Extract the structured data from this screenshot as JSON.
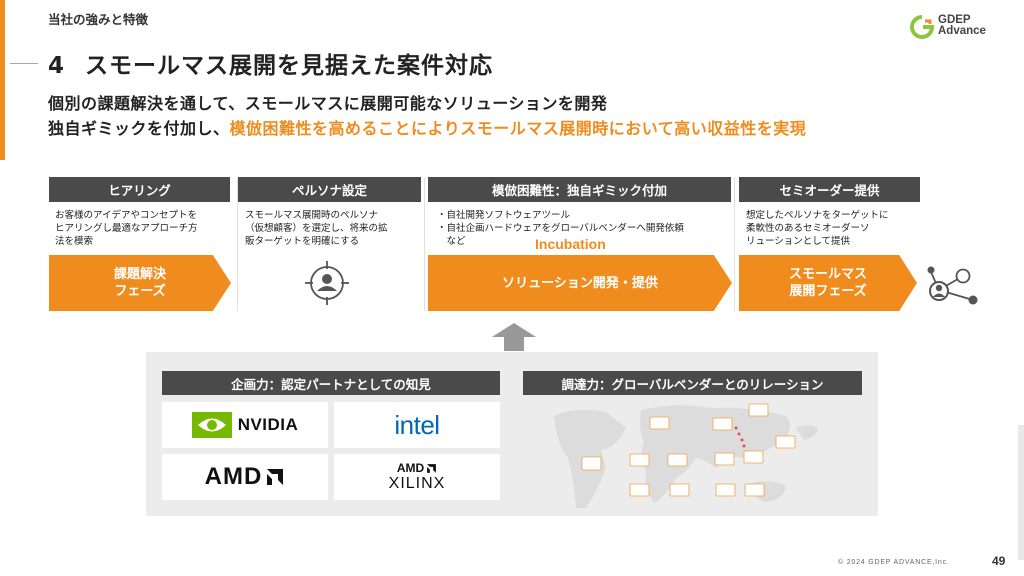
{
  "header": {
    "section": "当社の強みと特徴",
    "title_number": "4",
    "title": "スモールマス展開を見据えた案件対応",
    "subtitle_line1": "個別の課題解決を通して、スモールマスに展開可能なソリューションを開発",
    "subtitle_line2_plain": "独自ギミックを付加し、",
    "subtitle_line2_highlight": "模倣困難性を高めることによりスモールマス展開時において高い収益性を実現",
    "logo_line1": "GDEP",
    "logo_line2": "Advance"
  },
  "flow": {
    "col1": {
      "header": "ヒアリング",
      "desc": [
        "お客様のアイデアやコンセプトを",
        "ヒアリングし最適なアプローチ方",
        "法を模索"
      ],
      "arrow_line1": "課題解決",
      "arrow_line2": "フェーズ"
    },
    "col2": {
      "header": "ペルソナ設定",
      "desc": [
        "スモールマス展開時のペルソナ",
        "（仮想顧客）を選定し、将来の拡",
        "販ターゲットを明確にする"
      ],
      "icon": "persona-target-icon"
    },
    "col3": {
      "header": "模倣困難性：独自ギミック付加",
      "desc": [
        "・自社開発ソフトウェアツール",
        "・自社企画ハードウェアをグローバルベンダーへ開発依頼",
        "　など"
      ],
      "incubation": "Incubation",
      "arrow_label": "ソリューション開発・提供"
    },
    "col4": {
      "header": "セミオーダー提供",
      "desc": [
        "想定したペルソナをターゲットに",
        "柔軟性のあるセミオーダーソ",
        "リューションとして提供"
      ],
      "arrow_line1": "スモールマス",
      "arrow_line2": "展開フェーズ",
      "icon": "network-people-icon"
    }
  },
  "planning": {
    "header": "企画力：認定パートナとしての知見",
    "logos": {
      "nvidia": "NVIDIA",
      "intel": "intel",
      "amd": "AMD",
      "amd_xilinx_top": "AMD",
      "amd_xilinx_bottom": "XILINX"
    }
  },
  "procurement": {
    "header": "調達力：グローバルベンダーとのリレーション"
  },
  "colors": {
    "accent": "#f08c1e",
    "dark_header": "#4a4a4a",
    "nvidia_green": "#76b900",
    "intel_blue": "#0068b5"
  },
  "footer": {
    "copyright": "© 2024 GDEP ADVANCE,Inc.",
    "page": "49"
  }
}
